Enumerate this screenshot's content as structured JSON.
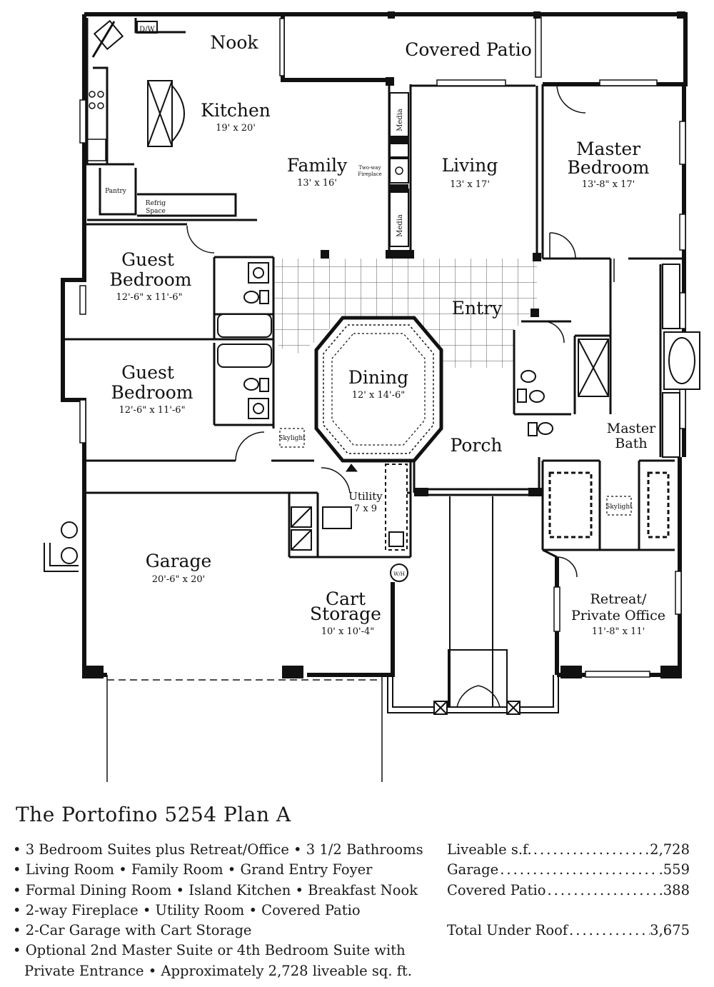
{
  "rooms": {
    "nook": {
      "name": "Nook"
    },
    "covered_patio": {
      "name": "Covered Patio"
    },
    "kitchen": {
      "name": "Kitchen",
      "dim": "19' x 20'"
    },
    "family": {
      "name": "Family",
      "dim": "13' x 16'"
    },
    "living": {
      "name": "Living",
      "dim": "13' x 17'"
    },
    "master_bedroom": {
      "name_line1": "Master",
      "name_line2": "Bedroom",
      "dim": "13'-8\" x 17'"
    },
    "guest_bedroom_1": {
      "name_line1": "Guest",
      "name_line2": "Bedroom",
      "dim": "12'-6\" x 11'-6\""
    },
    "guest_bedroom_2": {
      "name_line1": "Guest",
      "name_line2": "Bedroom",
      "dim": "12'-6\" x 11'-6\""
    },
    "entry": {
      "name": "Entry"
    },
    "dining": {
      "name": "Dining",
      "dim": "12' x 14'-6\""
    },
    "porch": {
      "name": "Porch"
    },
    "master_bath": {
      "name_line1": "Master",
      "name_line2": "Bath"
    },
    "utility": {
      "name": "Utility",
      "dim": "7 x 9"
    },
    "garage": {
      "name": "Garage",
      "dim": "20'-6\" x 20'"
    },
    "cart_storage": {
      "name_line1": "Cart",
      "name_line2": "Storage",
      "dim": "10' x 10'-4\""
    },
    "retreat": {
      "name_line1": "Retreat/",
      "name_line2": "Private Office",
      "dim": "11'-8\" x 11'"
    }
  },
  "labels": {
    "dw": "D/W",
    "pantry": "Pantry",
    "refrig_1": "Refrig",
    "refrig_2": "Space",
    "media_top": "Media",
    "media_bottom": "Media",
    "fireplace_1": "Two-way",
    "fireplace_2": "Fireplace",
    "skylight_1": "Skylight",
    "skylight_2": "Skylight",
    "wh": "W/H"
  },
  "plan": {
    "title": "The Portofino 5254 Plan A",
    "features": [
      "• 3 Bedroom Suites plus Retreat/Office • 3 1/2 Bathrooms",
      "• Living Room • Family Room • Grand Entry Foyer",
      "• Formal Dining Room  • Island Kitchen • Breakfast Nook",
      "• 2-way Fireplace • Utility Room • Covered Patio",
      "• 2-Car Garage with Cart Storage",
      "• Optional 2nd Master Suite or 4th Bedroom Suite with",
      "Private Entrance • Approximately 2,728 liveable sq. ft."
    ],
    "stats": [
      {
        "label": "Liveable s.f.",
        "value": "2,728"
      },
      {
        "label": "Garage",
        "value": ".559"
      },
      {
        "label": "Covered Patio",
        "value": ".388"
      }
    ],
    "total": {
      "label": "Total Under Roof",
      "value": "3,675"
    }
  }
}
